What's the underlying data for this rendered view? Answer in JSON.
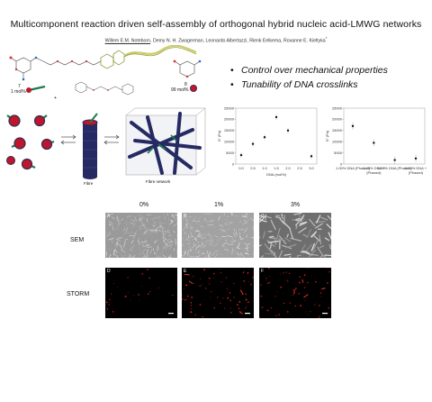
{
  "title": "Multicomponent reaction driven self-assembly of orthogonal hybrid nucleic acid-LMWG networks",
  "authors": {
    "first": "Willem E.M. Noteborn",
    "rest": ",  Demy N. H. Zwagerman,  Leonardo Albertazzi,  Rienk Eelkema,  Roxanne E. Kieltyka"
  },
  "molecules": {
    "left_label": "7",
    "left_amount": "1 mol%",
    "right_label": "8",
    "right_amount": "99 mol%"
  },
  "bullets": [
    "Control over mechanical properties",
    "Tunability of DNA crosslinks"
  ],
  "schematic": {
    "fibre_label": "Fibre",
    "network_label": "Fibre network",
    "colors": {
      "micelle_red": "#c0152b",
      "micelle_dark": "#2b2d55",
      "dna_green": "#1f7a4a",
      "fibre_navy": "#262a63"
    }
  },
  "chart_data": [
    {
      "type": "scatter",
      "xlabel": "DNA (mol%)",
      "ylabel": "G' (Pa)",
      "x": [
        0.0,
        0.5,
        1.0,
        1.5,
        2.0,
        3.0
      ],
      "values": [
        4000,
        9000,
        12000,
        21000,
        15000,
        3500
      ],
      "xticks": [
        "0.0",
        "0.5",
        "1.0",
        "1.5",
        "2.0",
        "2.5",
        "3.0"
      ],
      "yticks": [
        "0",
        "5000",
        "10000",
        "15000",
        "20000",
        "25000"
      ],
      "ylim": [
        0,
        25000
      ]
    },
    {
      "type": "scatter",
      "ylabel": "G' (Pa)",
      "categories": [
        "1.00% DNA (Phased)",
        "1.00% DNA + (Phased)",
        "0.00% DNA (Phased)",
        "0.00% DNA + (Phased)"
      ],
      "values": [
        17000,
        9500,
        1800,
        2500
      ],
      "yticks": [
        "0",
        "5000",
        "10000",
        "15000",
        "20000",
        "25000"
      ],
      "ylim": [
        0,
        25000
      ]
    }
  ],
  "microscopy": {
    "columns": [
      "0%",
      "1%",
      "3%"
    ],
    "rows": [
      "SEM",
      "STORM"
    ],
    "panel_letters": [
      "A",
      "B",
      "C",
      "D",
      "E",
      "F"
    ]
  }
}
